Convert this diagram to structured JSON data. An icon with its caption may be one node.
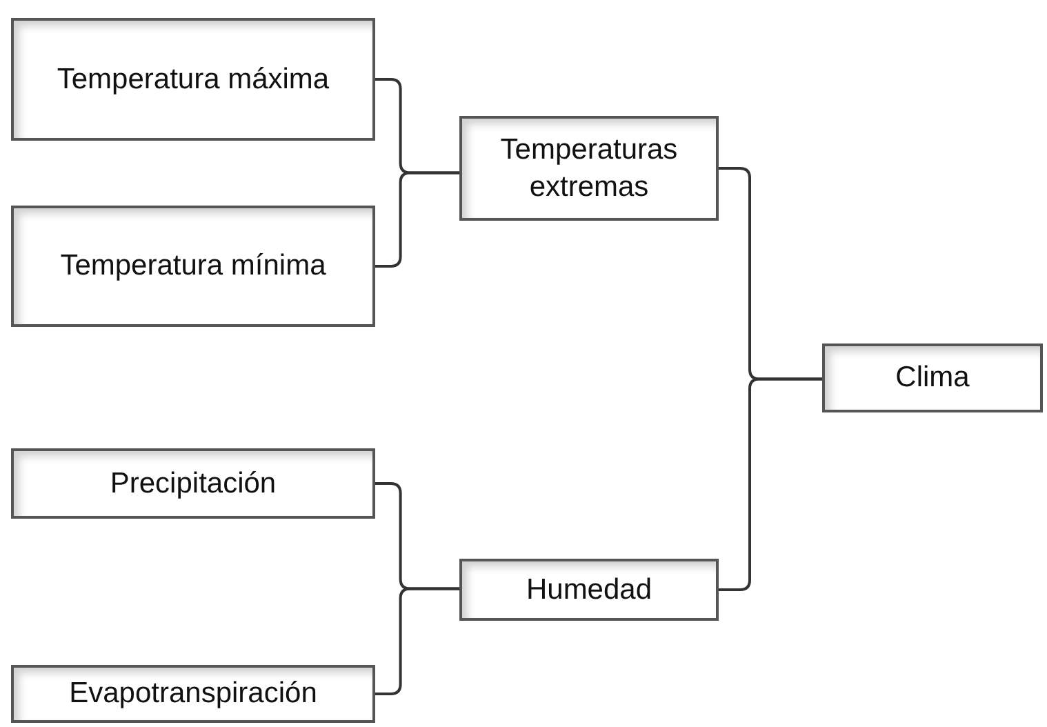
{
  "diagram": {
    "nodes": [
      {
        "text": [
          "Temperatura máxima"
        ]
      },
      {
        "text": [
          "Temperatura mínima"
        ]
      },
      {
        "text": [
          "Temperaturas extremas"
        ]
      },
      {
        "text": [
          "Clima"
        ]
      },
      {
        "text": [
          "Precipitación"
        ]
      },
      {
        "text": [
          "Humedad"
        ]
      },
      {
        "text": [
          "Evapotranspiración"
        ]
      }
    ],
    "edges": [
      {
        "from": 0,
        "to": 2,
        "arrow": "none"
      },
      {
        "from": 1,
        "to": 2,
        "arrow": "none"
      },
      {
        "from": 2,
        "to": 3,
        "arrow": "none"
      },
      {
        "from": 5,
        "to": 3,
        "arrow": "none"
      },
      {
        "from": 4,
        "to": 5,
        "arrow": "none"
      },
      {
        "from": 6,
        "to": 5,
        "arrow": "none"
      }
    ]
  }
}
